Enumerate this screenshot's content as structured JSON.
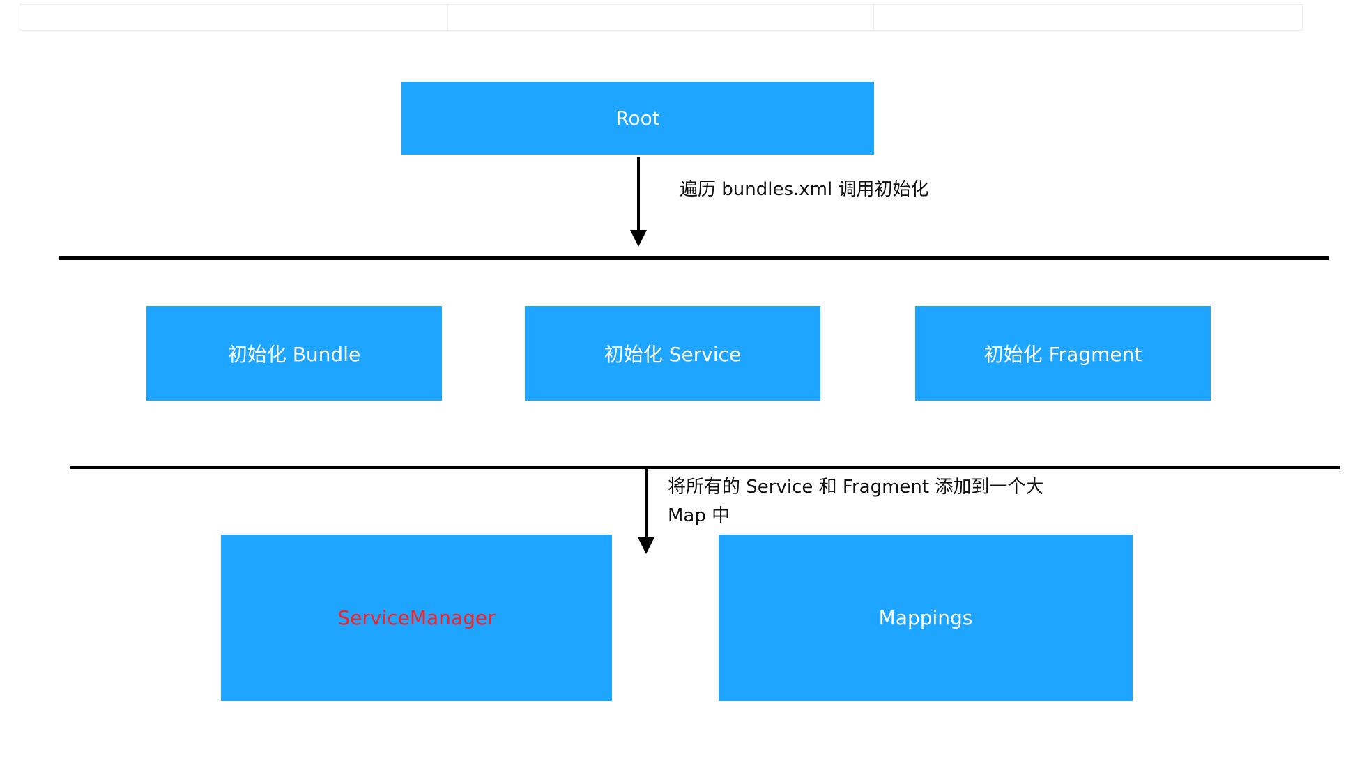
{
  "colors": {
    "box_fill": "#1da5ff",
    "box_text": "#ffffff",
    "highlight_text": "#ff1f1f",
    "line": "#000000"
  },
  "root": {
    "label": "Root"
  },
  "annotations": {
    "traverse": "遍历 bundles.xml 调用初始化",
    "map_line1": "将所有的 Service 和 Fragment 添加到一个大",
    "map_line2": "Map 中"
  },
  "init_boxes": [
    {
      "label": "初始化 Bundle"
    },
    {
      "label": "初始化 Service"
    },
    {
      "label": "初始化 Fragment"
    }
  ],
  "result_boxes": [
    {
      "label": "ServiceManager"
    },
    {
      "label": "Mappings"
    }
  ]
}
